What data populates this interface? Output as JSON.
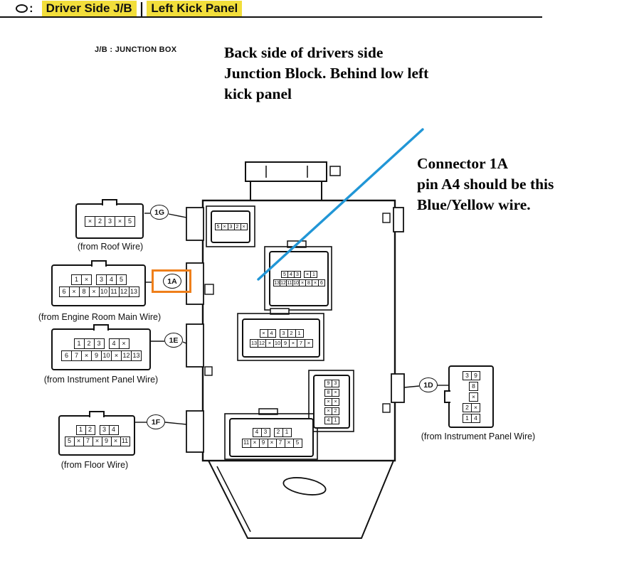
{
  "header": {
    "bullet_icon": "oval-icon",
    "colon": ":",
    "title_primary": "Driver Side J/B",
    "divider": "|",
    "title_secondary": "Left Kick Panel"
  },
  "notes": {
    "jb_key_label": "J/B : JUNCTION BOX",
    "location_lines": [
      "Back side of drivers side",
      "Junction Block. Behind low left",
      "kick panel"
    ],
    "wire_lines": [
      "Connector 1A",
      "pin A4 should be this",
      "Blue/Yellow wire."
    ]
  },
  "colors": {
    "highlight_yellow": "#f2de3b",
    "callout_blue": "#2196d6",
    "highlight_orange": "#ef7f1a"
  },
  "connectors": [
    {
      "key": "ext-1G",
      "tag": "1G",
      "caption": "(from Roof Wire)",
      "rows": [
        [
          "×",
          "2",
          "3",
          "×",
          "5"
        ]
      ]
    },
    {
      "key": "ext-1A",
      "tag": "1A",
      "caption": "(from Engine Room Main Wire)",
      "highlighted": true,
      "rows": [
        [
          "1",
          "×",
          "",
          "3",
          "4",
          "5"
        ],
        [
          "6",
          "×",
          "8",
          "×",
          "10",
          "11",
          "12",
          "13"
        ]
      ]
    },
    {
      "key": "ext-1E",
      "tag": "1E",
      "caption": "(from Instrument Panel Wire)",
      "rows": [
        [
          "1",
          "2",
          "3",
          "",
          "4",
          "×"
        ],
        [
          "6",
          "7",
          "×",
          "9",
          "10",
          "×",
          "12",
          "13"
        ]
      ]
    },
    {
      "key": "ext-1F",
      "tag": "1F",
      "caption": "(from Floor Wire)",
      "rows": [
        [
          "1",
          "2",
          "",
          "3",
          "4"
        ],
        [
          "5",
          "×",
          "7",
          "×",
          "9",
          "×",
          "11"
        ]
      ]
    },
    {
      "key": "ext-1D",
      "tag": "1D",
      "caption": "(from Instrument Panel Wire)",
      "rows": [
        [
          "3",
          "9"
        ],
        [
          "",
          "8"
        ],
        [
          "",
          "×"
        ],
        [
          "2",
          "×"
        ],
        [
          "1",
          "4"
        ]
      ]
    },
    {
      "key": "int-1G",
      "rows": [
        [
          "5",
          "×",
          "3",
          "2",
          "×"
        ]
      ]
    },
    {
      "key": "int-1A",
      "rows": [
        [
          "5",
          "4",
          "3",
          "",
          "×",
          "1"
        ],
        [
          "13",
          "12",
          "11",
          "10",
          "×",
          "8",
          "×",
          "6"
        ]
      ]
    },
    {
      "key": "int-1E",
      "rows": [
        [
          "×",
          "4",
          "",
          "3",
          "2",
          "1"
        ],
        [
          "13",
          "12",
          "×",
          "10",
          "9",
          "×",
          "7",
          "×"
        ]
      ]
    },
    {
      "key": "int-1D",
      "rows": [
        [
          "9",
          "3"
        ],
        [
          "8",
          "×"
        ],
        [
          "×",
          "×"
        ],
        [
          "×",
          "2"
        ],
        [
          "4",
          "1"
        ]
      ]
    },
    {
      "key": "int-1F",
      "rows": [
        [
          "4",
          "3",
          "",
          "2",
          "1"
        ],
        [
          "11",
          "×",
          "9",
          "×",
          "7",
          "×",
          "5"
        ]
      ]
    }
  ]
}
